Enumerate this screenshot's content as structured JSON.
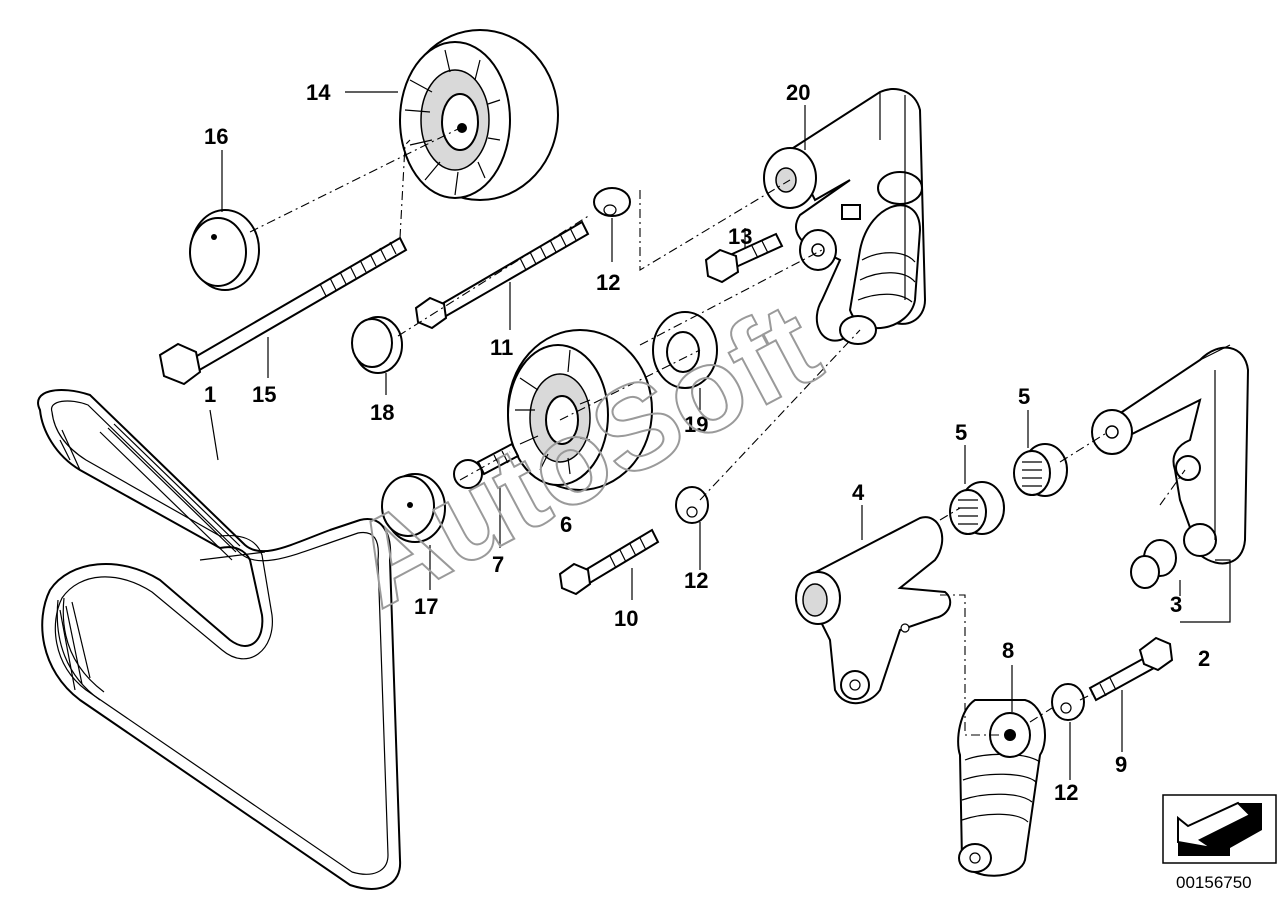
{
  "callouts": [
    {
      "id": "c1",
      "label": "1"
    },
    {
      "id": "c2",
      "label": "2"
    },
    {
      "id": "c3",
      "label": "3"
    },
    {
      "id": "c4",
      "label": "4"
    },
    {
      "id": "c5a",
      "label": "5"
    },
    {
      "id": "c5b",
      "label": "5"
    },
    {
      "id": "c6",
      "label": "6"
    },
    {
      "id": "c7",
      "label": "7"
    },
    {
      "id": "c8",
      "label": "8"
    },
    {
      "id": "c9",
      "label": "9"
    },
    {
      "id": "c10",
      "label": "10"
    },
    {
      "id": "c11",
      "label": "11"
    },
    {
      "id": "c12a",
      "label": "12"
    },
    {
      "id": "c12b",
      "label": "12"
    },
    {
      "id": "c12c",
      "label": "12"
    },
    {
      "id": "c13",
      "label": "13"
    },
    {
      "id": "c14",
      "label": "14"
    },
    {
      "id": "c15",
      "label": "15"
    },
    {
      "id": "c16",
      "label": "16"
    },
    {
      "id": "c17",
      "label": "17"
    },
    {
      "id": "c18",
      "label": "18"
    },
    {
      "id": "c19",
      "label": "19"
    },
    {
      "id": "c20",
      "label": "20"
    }
  ],
  "watermark": "AutoSoft",
  "document_number": "00156750",
  "icons": [
    "direction-arrow-icon"
  ]
}
